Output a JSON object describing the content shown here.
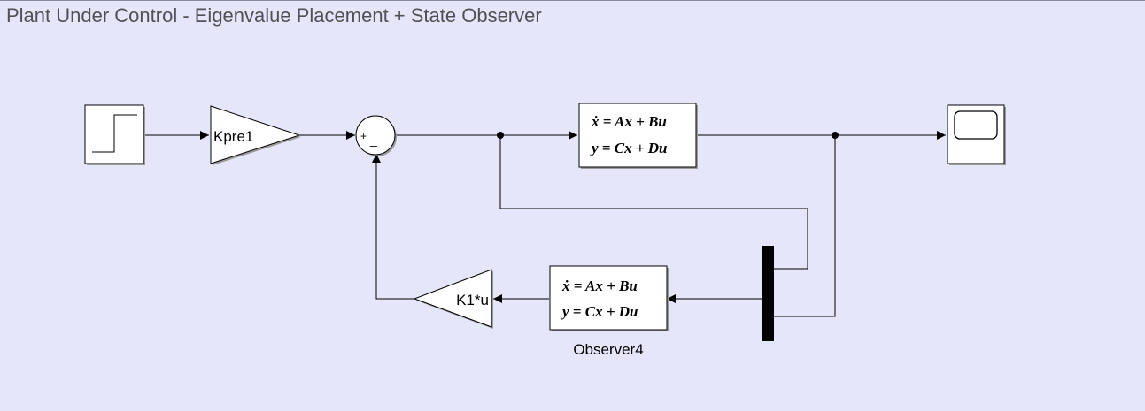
{
  "title": "Plant Under Control - Eigenvalue Placement + State Observer",
  "blocks": {
    "step": {
      "type": "Step"
    },
    "gain_pre": {
      "label": "Kpre1"
    },
    "sum": {
      "plus": "+",
      "minus": "_"
    },
    "plant": {
      "eq1": "ẋ = Ax + Bu",
      "eq2": "y = Cx + Du"
    },
    "scope": {
      "type": "Scope"
    },
    "mux": {
      "type": "Mux"
    },
    "observer": {
      "eq1": "ẋ = Ax + Bu",
      "eq2": "y = Cx + Du",
      "name": "Observer4"
    },
    "gain_k": {
      "label": "K1*u"
    }
  },
  "colors": {
    "background": "#e6e6fa",
    "block_fill": "#ffffff",
    "line": "#000000"
  }
}
